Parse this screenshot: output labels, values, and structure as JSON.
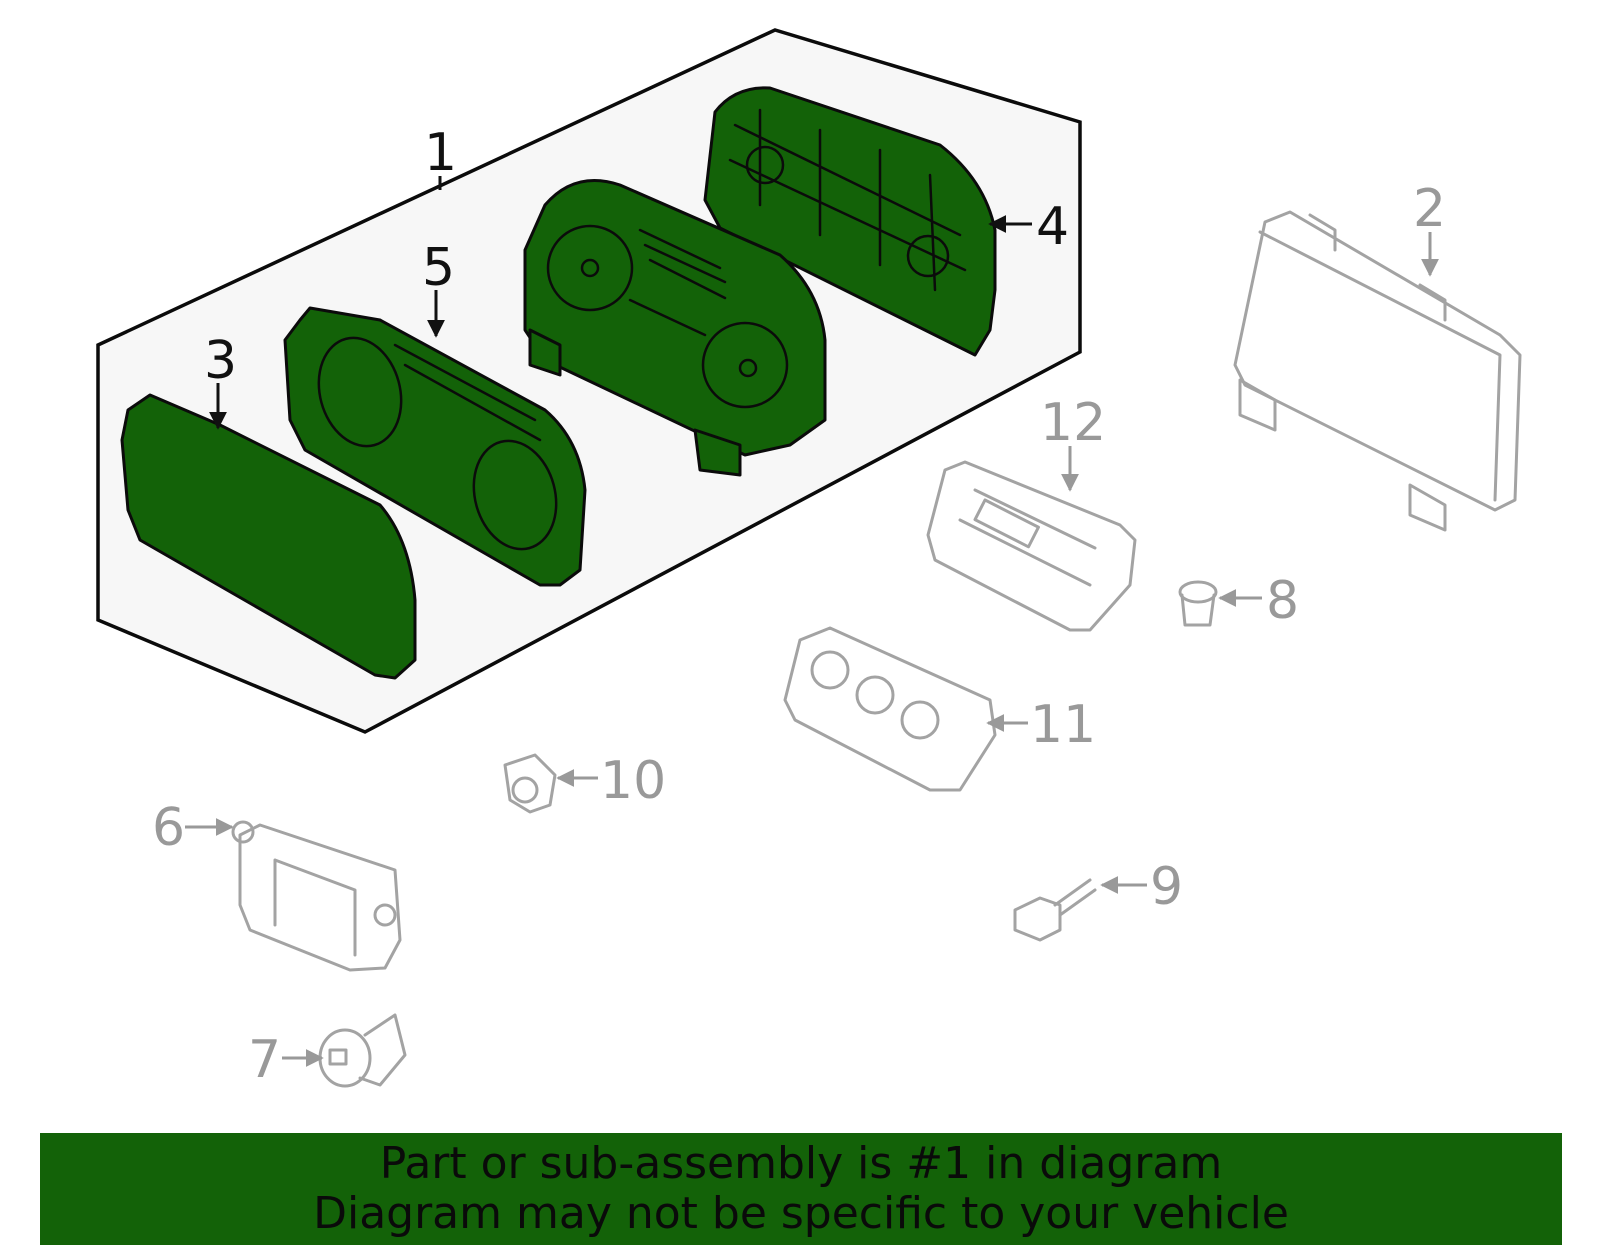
{
  "callouts": {
    "c1": "1",
    "c2": "2",
    "c3": "3",
    "c4": "4",
    "c5": "5",
    "c6": "6",
    "c7": "7",
    "c8": "8",
    "c9": "9",
    "c10": "10",
    "c11": "11",
    "c12": "12"
  },
  "banner": {
    "line1": "Part or sub-assembly is #1 in diagram",
    "line2": "Diagram may not be specific to your vehicle"
  },
  "colors": {
    "highlight": "#136208",
    "panel": "#f7f7f7",
    "inactive": "#999999",
    "outline": "#0b0b0b"
  },
  "icons": {
    "part-1": "instrument-cluster-assembly",
    "part-2": "display-unit",
    "part-3": "cluster-lens",
    "part-4": "cluster-housing",
    "part-5": "cluster-bezel",
    "part-6": "control-module",
    "part-7": "horn-sensor",
    "part-8": "push-clip",
    "part-9": "connector-sensor",
    "part-10": "switch-sensor",
    "part-11": "climate-control-knobs",
    "part-12": "climate-control-panel"
  }
}
